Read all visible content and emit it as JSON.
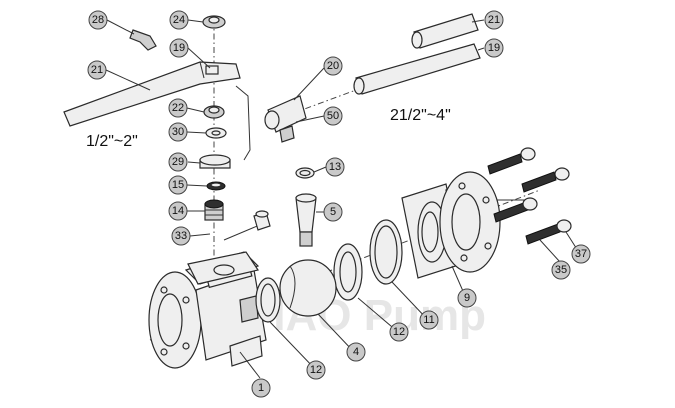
{
  "diagram": {
    "size_labels": [
      "1/2\"~2\"",
      "21/2\"~4\""
    ],
    "watermark": "LuHAO Pump",
    "callouts": [
      "28",
      "24",
      "19",
      "21",
      "22",
      "30",
      "29",
      "15",
      "14",
      "33",
      "13",
      "5",
      "20",
      "50",
      "21",
      "19",
      "1",
      "12",
      "4",
      "12",
      "11",
      "9",
      "35",
      "37"
    ]
  },
  "colors": {
    "callout_fill": "#c9c9c9",
    "part_fill": "#efefef",
    "outline": "#2b2b2b"
  }
}
